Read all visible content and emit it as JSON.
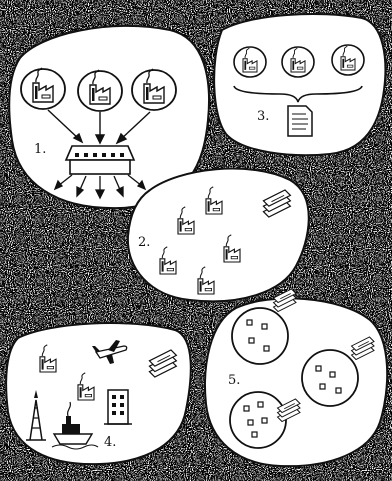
{
  "labels": {
    "l1": "1.",
    "l2": "2.",
    "l3": "3.",
    "l4": "4.",
    "l5": "5."
  },
  "icons": [
    "factory-icon",
    "office-building-icon",
    "document-icon",
    "money-stack-icon",
    "airplane-icon",
    "ship-icon",
    "oil-derrick-icon",
    "high-rise-building-icon"
  ]
}
